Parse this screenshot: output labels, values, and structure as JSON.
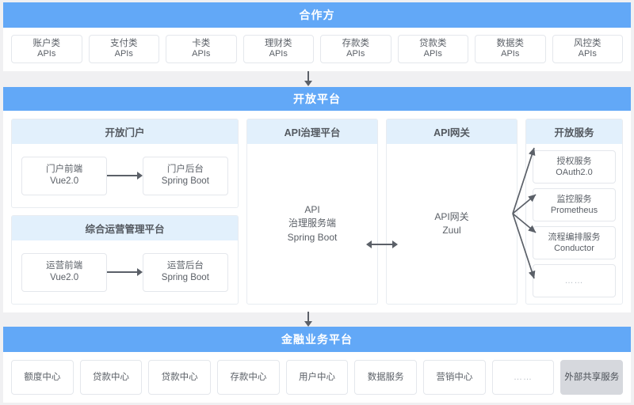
{
  "partner_section": {
    "title": "合作方",
    "apis": [
      {
        "cn": "账户类",
        "en": "APIs"
      },
      {
        "cn": "支付类",
        "en": "APIs"
      },
      {
        "cn": "卡类",
        "en": "APIs"
      },
      {
        "cn": "理财类",
        "en": "APIs"
      },
      {
        "cn": "存款类",
        "en": "APIs"
      },
      {
        "cn": "贷款类",
        "en": "APIs"
      },
      {
        "cn": "数据类",
        "en": "APIs"
      },
      {
        "cn": "风控类",
        "en": "APIs"
      }
    ]
  },
  "open_platform": {
    "title": "开放平台",
    "portal": {
      "title": "开放门户",
      "front": {
        "cn": "门户前端",
        "en": "Vue2.0"
      },
      "back": {
        "cn": "门户后台",
        "en": "Spring Boot"
      }
    },
    "ops": {
      "title": "综合运营管理平台",
      "front": {
        "cn": "运营前端",
        "en": "Vue2.0"
      },
      "back": {
        "cn": "运营后台",
        "en": "Spring Boot"
      }
    },
    "governance": {
      "title": "API治理平台",
      "line1": "API",
      "line2": "治理服务端",
      "line3": "Spring Boot"
    },
    "gateway": {
      "title": "API网关",
      "line1": "API网关",
      "line2": "Zuul"
    },
    "services": {
      "title": "开放服务",
      "items": [
        {
          "cn": "授权服务",
          "en": "OAuth2.0"
        },
        {
          "cn": "监控服务",
          "en": "Prometheus"
        },
        {
          "cn": "流程编排服务",
          "en": "Conductor"
        },
        {
          "cn": "……",
          "en": ""
        }
      ]
    }
  },
  "finance_platform": {
    "title": "金融业务平台",
    "centers": [
      "额度中心",
      "贷款中心",
      "贷款中心",
      "存款中心",
      "用户中心",
      "数据服务",
      "营销中心",
      "……",
      "外部共享服务"
    ]
  },
  "colors": {
    "band_blue": "#62a8f7",
    "subhead_blue": "#e2f0fc",
    "page_bg": "#f0f0f2",
    "gray_box": "#d6d8dd",
    "arrow": "#5b6068"
  }
}
